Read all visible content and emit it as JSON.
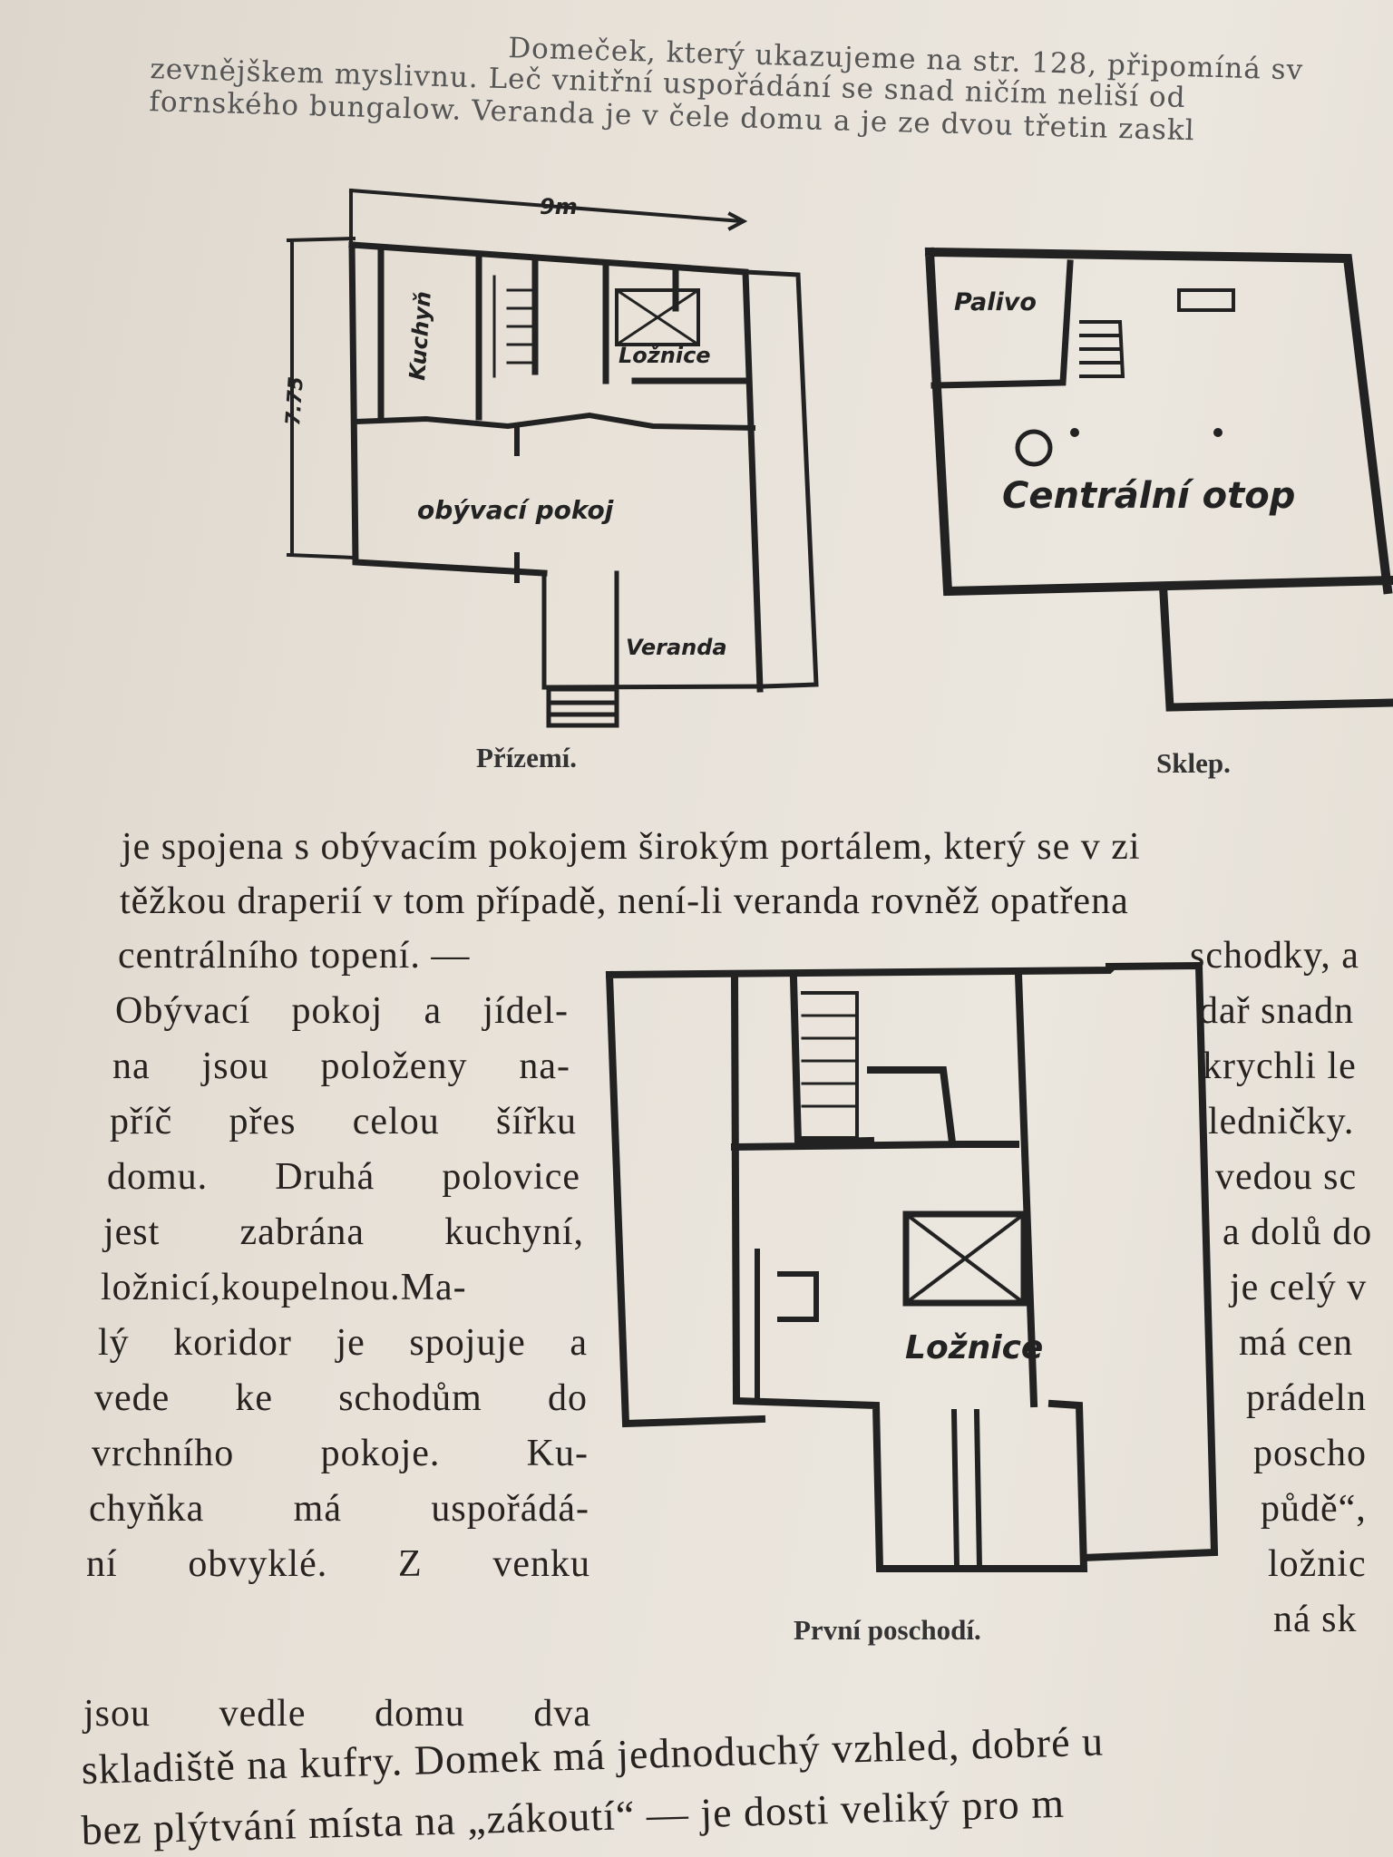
{
  "top_text": [
    "Domeček, který ukazujeme na str. 128, připomíná sv",
    "zevnějškem myslivnu. Leč vnitřní uspořádání se snad ničím neliší od",
    "fornského bungalow. Veranda je v čele domu a je ze dvou třetin zaskl"
  ],
  "plans": {
    "ground": {
      "caption": "Přízemí.",
      "labels": {
        "width": "9m",
        "depth": "7.75",
        "kitchen": "Kuchyň",
        "bedroom": "Ložnice",
        "living": "obývací pokoj",
        "veranda": "Veranda"
      }
    },
    "cellar": {
      "caption": "Sklep.",
      "labels": {
        "fuel": "Palivo",
        "heating": "Centrální otop"
      }
    },
    "first_floor": {
      "caption": "První poschodí.",
      "labels": {
        "bedroom": "Ložnice"
      }
    }
  },
  "middle_text": [
    "je spojena s obývacím pokojem širokým portálem, který se v zi",
    "těžkou draperií v tom případě, není-li veranda rovněž opatřena"
  ],
  "left_column": [
    "centrálního topení. —",
    "Obývací pokoj a jídel-",
    "na jsou položeny na-",
    "příč přes celou šířku",
    "domu. Druhá polovice",
    "jest zabrána kuchyní,",
    "ložnicí,koupelnou.Ma-",
    "lý koridor je spojuje a",
    "vede ke schodům do",
    "vrchního pokoje. Ku-",
    "chyňka má uspořádá-",
    "ní obvyklé. Z venku",
    "jsou vedle domu dva"
  ],
  "right_column": [
    "schodky, a",
    "dař snadn",
    "krychli le",
    "ledničky.",
    "vedou sc",
    "a dolů do",
    "je celý v",
    "má cen",
    "prádeln",
    "poscho",
    "půdě“,",
    "ložnic",
    "ná sk"
  ],
  "bottom_text": [
    "skladiště na kufry. Domek má jednoduchý vzhled, dobré u",
    "bez plýtvání místa na „zákoutí“ — je dosti veliký pro m"
  ]
}
